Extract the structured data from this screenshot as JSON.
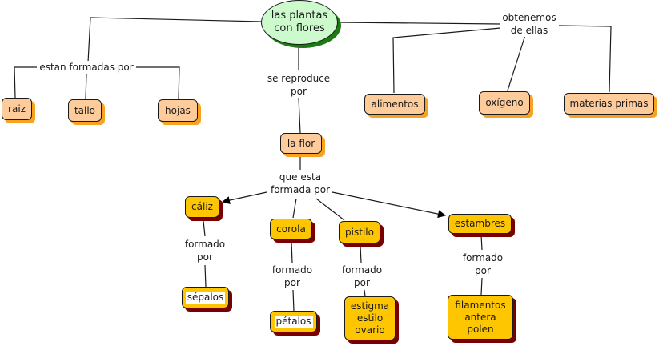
{
  "colors": {
    "root_fill": "#cdfacd",
    "root_shadow": "#1c7a12",
    "orange_fill": "#fecb9b",
    "orange_shadow": "#f7a223",
    "yellow_fill": "#fec600",
    "yellow_shadow": "#7a0000",
    "line": "#1a1a1a"
  },
  "concepts": {
    "root": "las plantas\ncon flores",
    "raiz": "raiz",
    "tallo": "tallo",
    "hojas": "hojas",
    "alimentos": "alimentos",
    "oxigeno": "oxígeno",
    "materias_primas": "materias primas",
    "la_flor": "la flor",
    "caliz": "cáliz",
    "corola": "corola",
    "pistilo": "pistilo",
    "estambres": "estambres",
    "sepalos": "sépalos",
    "petalos": "pétalos",
    "estigma": "estigma\nestilo\novario",
    "filamentos": "filamentos\nantera\npolen"
  },
  "linking_phrases": {
    "estan_formadas_por": "estan formadas por",
    "obtenemos_de_ellas": "obtenemos\nde ellas",
    "se_reproduce_por": "se reproduce\npor",
    "que_esta_formada_por": "que esta\nformada por",
    "formado_por_caliz": "formado\npor",
    "formado_por_corola": "formado\npor",
    "formado_por_pistilo": "formado\npor",
    "formado_por_estambres": "formado\npor"
  }
}
